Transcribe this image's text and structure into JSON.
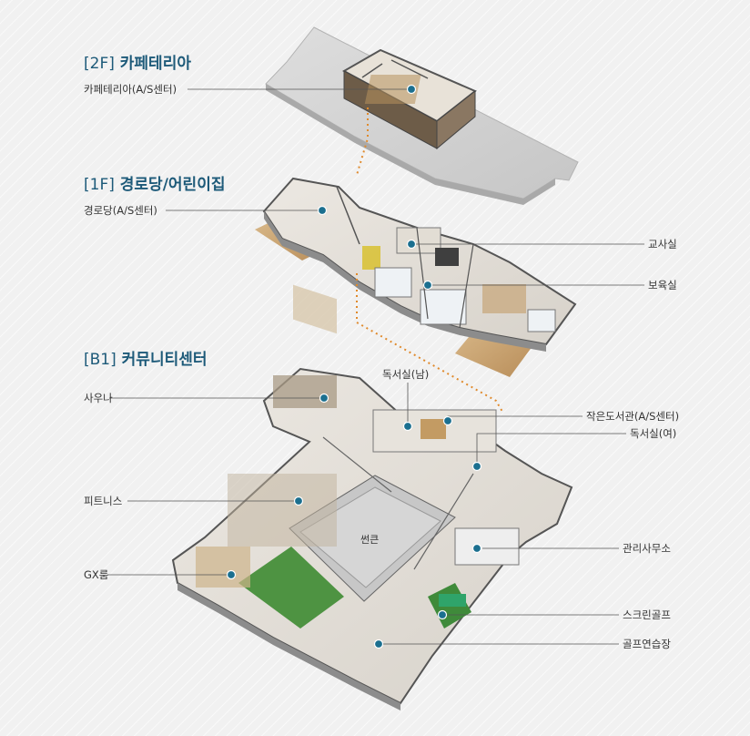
{
  "floors": [
    {
      "code": "[2F]",
      "name": "카페테리아"
    },
    {
      "code": "[1F]",
      "name": "경로당/어린이집"
    },
    {
      "code": "[B1]",
      "name": "커뮤니티센터"
    }
  ],
  "labels": {
    "cafeteria": "카페테리아(A/S센터)",
    "senior_center": "경로당(A/S센터)",
    "teachers_room": "교사실",
    "nursery_room": "보육실",
    "sauna": "사우나",
    "reading_room_m": "독서실(남)",
    "small_library": "작은도서관(A/S센터)",
    "reading_room_f": "독서실(여)",
    "fitness": "피트니스",
    "sunken": "썬큰",
    "management_office": "관리사무소",
    "gx_room": "GX룸",
    "screen_golf": "스크린골프",
    "golf_practice": "골프연습장"
  },
  "colors": {
    "accent": "#1d5a79",
    "marker": "#1b6f8f",
    "connector": "#e08a2c",
    "floor_wood": "#c9a878",
    "roof_gray": "#cfcfcf",
    "green": "#3f8a3a"
  }
}
